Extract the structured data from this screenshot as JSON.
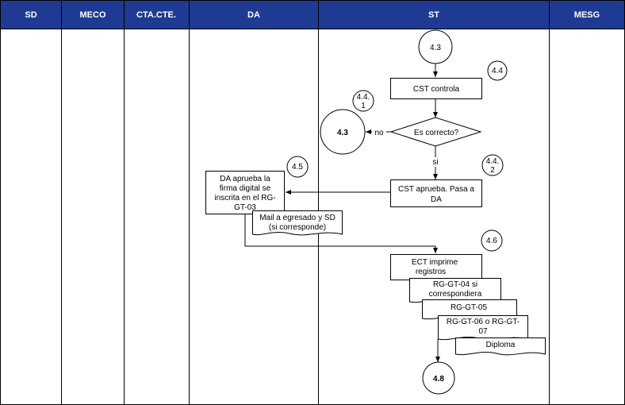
{
  "lanes": [
    "SD",
    "MECO",
    "CTA.CTE.",
    "DA",
    "ST",
    "MESG"
  ],
  "colors": {
    "header_bg": "#1f3a93",
    "header_text": "#ffffff",
    "line": "#000000"
  },
  "connectors": {
    "c_4_3_top": "4.3",
    "c_4_3_left": "4.3",
    "c_4_8": "4.8"
  },
  "refs": {
    "r_4_4": "4.4",
    "r_4_4_1": [
      "4.4.",
      "1"
    ],
    "r_4_4_2": [
      "4.4.",
      "2"
    ],
    "r_4_5": "4.5",
    "r_4_6": "4.6"
  },
  "process": {
    "cst_controla": "CST controla",
    "decision": "Es correcto?",
    "cst_aprueba": [
      "CST aprueba. Pasa a",
      "DA"
    ],
    "da_aprueba": [
      "DA aprueba la",
      "firma digital se",
      "inscrita en el RG-",
      "GT-03"
    ],
    "mail": [
      "Mail a egresado y SD",
      "(si corresponde)"
    ],
    "ect_imprime": [
      "ECT imprime",
      "registros"
    ],
    "rg_gt_04": [
      "RG-GT-04 si",
      "correspondiera"
    ],
    "rg_gt_05": "RG-GT-05",
    "rg_gt_06": [
      "RG-GT-06 o RG-GT-",
      "07"
    ],
    "diploma": "Diploma"
  },
  "edge_labels": {
    "no": "no",
    "si": "si"
  }
}
